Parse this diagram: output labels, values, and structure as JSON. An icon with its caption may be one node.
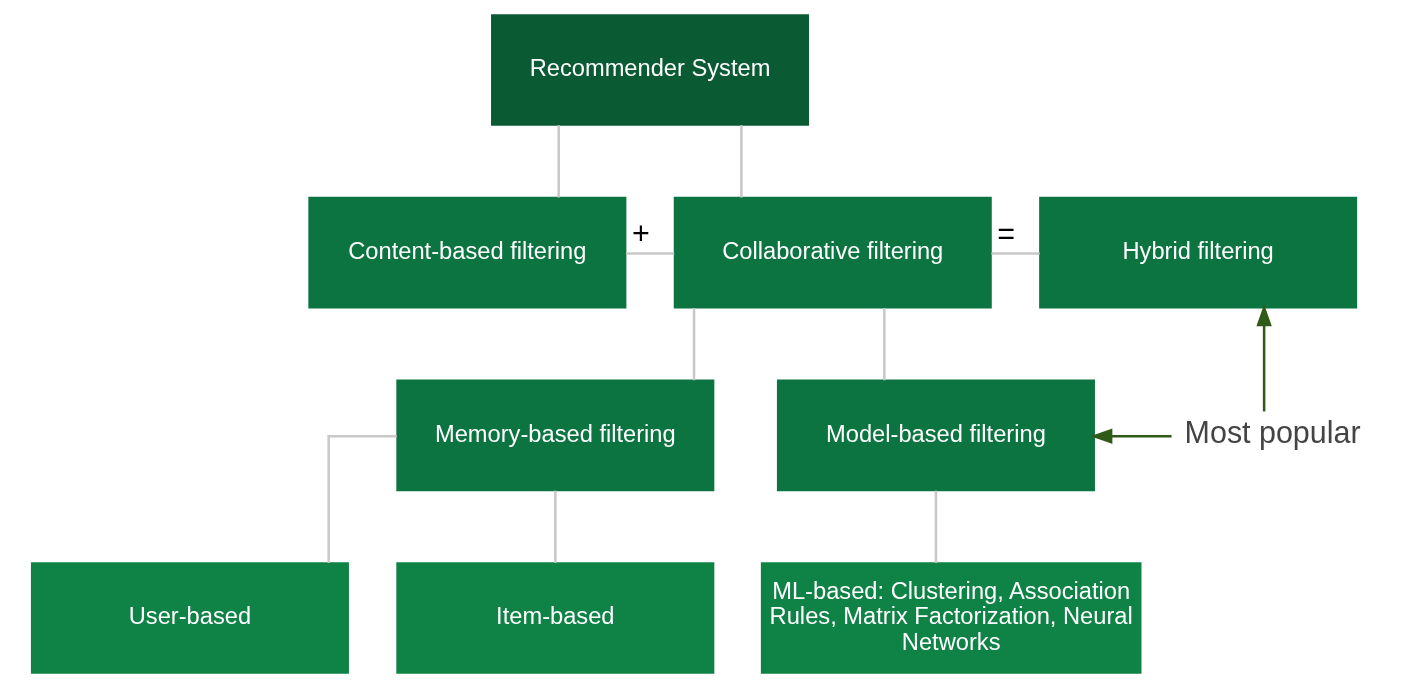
{
  "diagram": {
    "nodes": [
      {
        "text": [
          "Recommender System"
        ]
      },
      {
        "text": [
          "Content-based filtering"
        ]
      },
      {
        "text": [
          "Collaborative filtering"
        ]
      },
      {
        "text": [
          "Hybrid filtering"
        ]
      },
      {
        "text": [
          "Memory-based filtering"
        ]
      },
      {
        "text": [
          "Model-based filtering"
        ]
      },
      {
        "text": [
          "Most popular"
        ]
      },
      {
        "text": [
          "User-based"
        ]
      },
      {
        "text": [
          "Item-based"
        ]
      },
      {
        "text": [
          "ML-based: Clustering, Association Rules, Matrix Factorization, Neural Networks"
        ]
      }
    ],
    "edges": [
      {
        "from": 0,
        "to": 1,
        "arrow": "none"
      },
      {
        "from": 0,
        "to": 2,
        "arrow": "none"
      },
      {
        "from": 1,
        "to": 2,
        "arrow": "none",
        "label": "+"
      },
      {
        "from": 2,
        "to": 3,
        "arrow": "none",
        "label": "="
      },
      {
        "from": 2,
        "to": 4,
        "arrow": "none"
      },
      {
        "from": 2,
        "to": 5,
        "arrow": "none"
      },
      {
        "from": 6,
        "to": 3,
        "arrow": "to",
        "color": "#2f5a17"
      },
      {
        "from": 6,
        "to": 5,
        "arrow": "to",
        "color": "#2f5a17"
      },
      {
        "from": 4,
        "to": 7,
        "arrow": "none"
      },
      {
        "from": 4,
        "to": 8,
        "arrow": "none"
      },
      {
        "from": 5,
        "to": 9,
        "arrow": "none"
      }
    ]
  }
}
